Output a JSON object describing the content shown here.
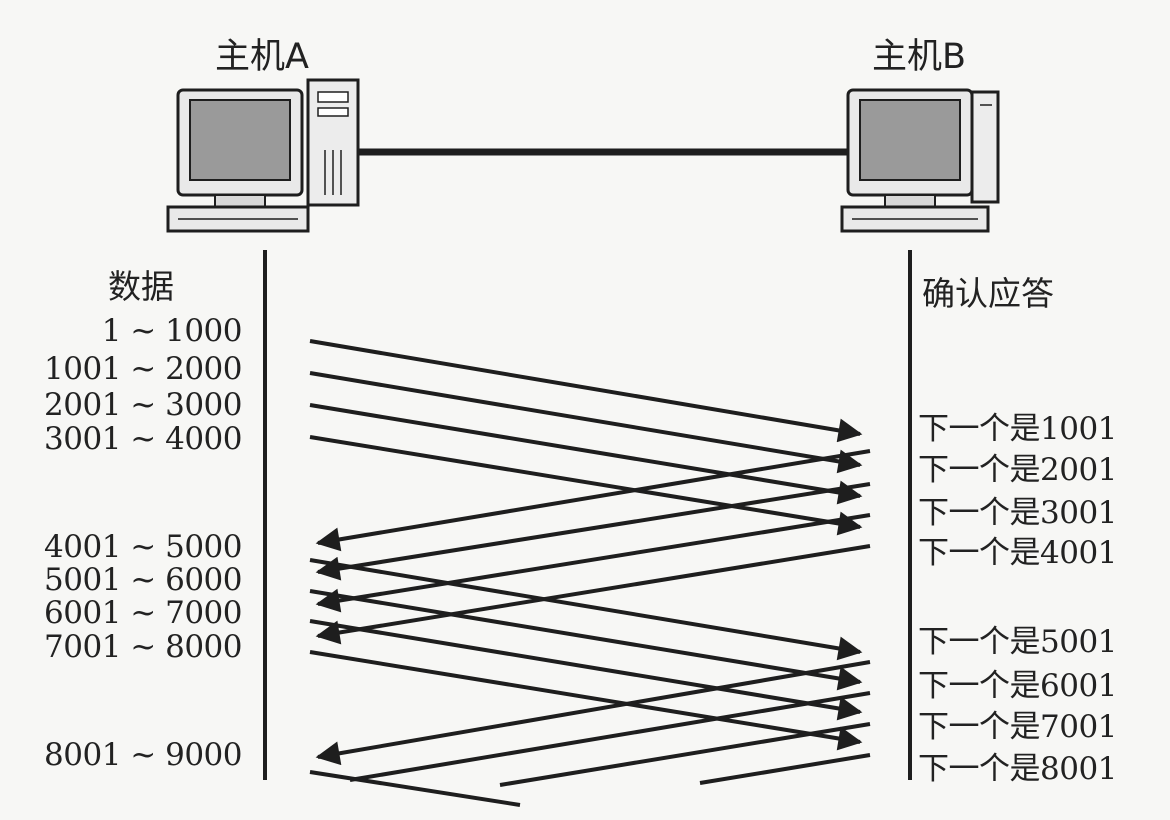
{
  "hosts": {
    "a_label": "主机A",
    "b_label": "主机B"
  },
  "columns": {
    "left_header": "数据",
    "right_header": "确认应答"
  },
  "data_ranges": [
    "1 ~ 1000",
    "1001 ~ 2000",
    "2001 ~ 3000",
    "3001 ~ 4000",
    "4001 ~ 5000",
    "5001 ~ 6000",
    "6001 ~ 7000",
    "7001 ~ 8000",
    "8001 ~ 9000"
  ],
  "acks": [
    "下一个是1001",
    "下一个是2001",
    "下一个是3001",
    "下一个是4001",
    "下一个是5001",
    "下一个是6001",
    "下一个是7001",
    "下一个是8001"
  ],
  "colors": {
    "line": "#1e1e1e",
    "screen": "#9a9a9a",
    "background": "#f7f7f5"
  }
}
